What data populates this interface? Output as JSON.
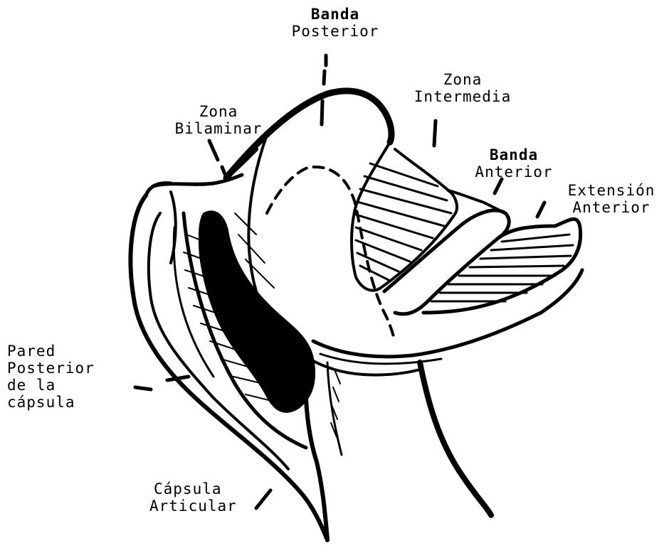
{
  "labels": {
    "banda_posterior": [
      "Banda",
      "Posterior"
    ],
    "zona_intermedia": [
      "Zona",
      "Intermedia"
    ],
    "zona_bilaminar": [
      "Zona",
      "Bilaminar"
    ],
    "banda_anterior": [
      "Banda",
      "Anterior"
    ],
    "extension_anterior": [
      "Extensión",
      "Anterior"
    ],
    "pared_posterior": [
      "Pared",
      "Posterior",
      "de la",
      "cápsula"
    ],
    "capsula_articular": [
      "Cápsula",
      "Articular"
    ]
  },
  "colors": {
    "ink": "#000000",
    "paper": "#ffffff"
  }
}
